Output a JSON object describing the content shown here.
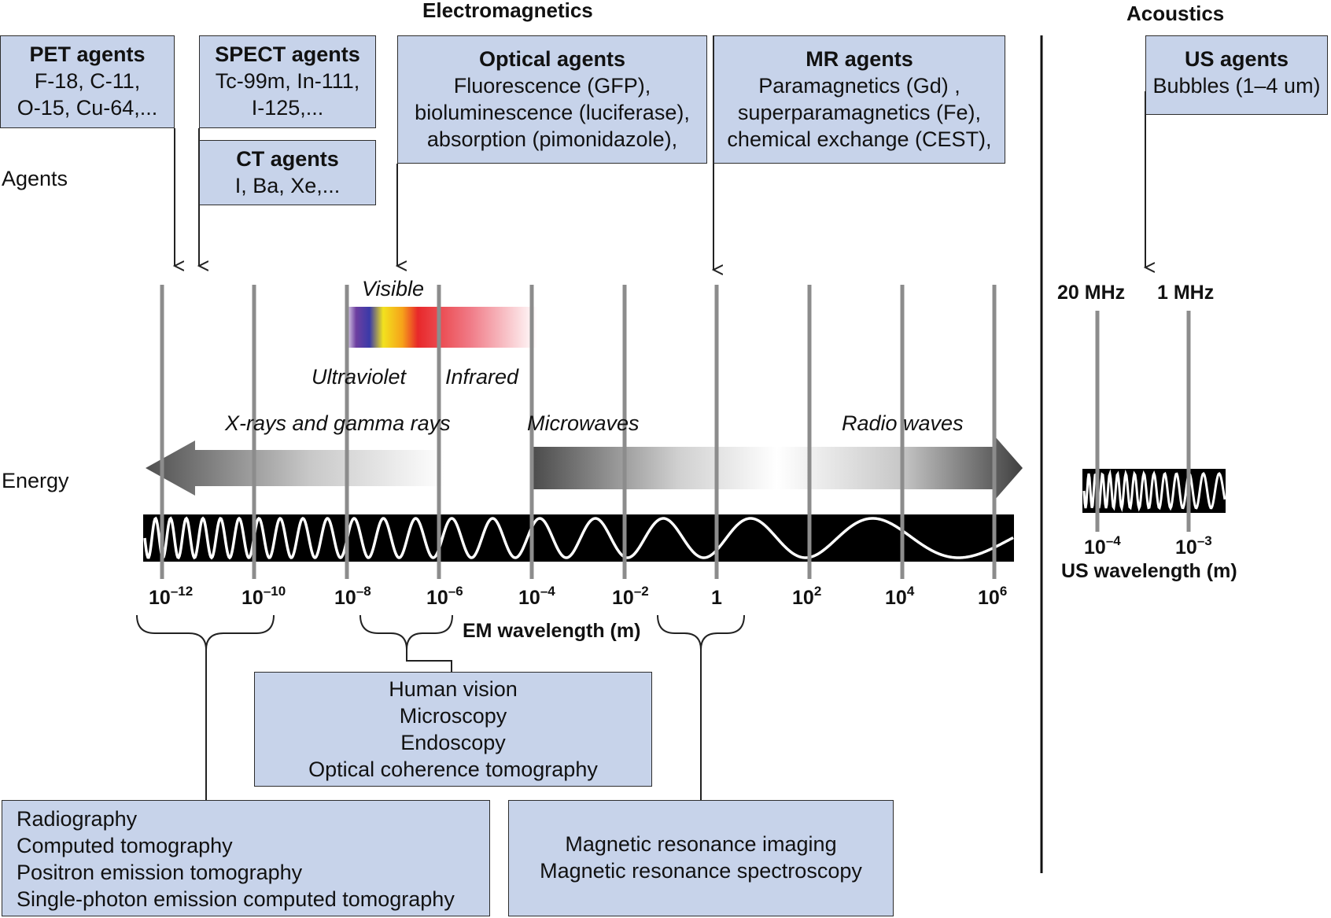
{
  "headers": {
    "electromagnetics": "Electromagnetics",
    "acoustics": "Acoustics"
  },
  "side_labels": {
    "agents": "Agents",
    "energy": "Energy"
  },
  "agent_boxes": {
    "pet": {
      "title": "PET agents",
      "lines": [
        "F-18, C-11,",
        "O-15, Cu-64,..."
      ]
    },
    "spect": {
      "title": "SPECT agents",
      "lines": [
        "Tc-99m, In-111,",
        "I-125,..."
      ]
    },
    "ct": {
      "title": "CT agents",
      "lines": [
        "I, Ba, Xe,..."
      ]
    },
    "optical": {
      "title": "Optical agents",
      "lines": [
        "Fluorescence (GFP),",
        "bioluminescence (luciferase),",
        "absorption (pimonidazole),"
      ]
    },
    "mr": {
      "title": "MR agents",
      "lines": [
        "Paramagnetics (Gd) ,",
        "superparamagnetics (Fe),",
        "chemical exchange (CEST),"
      ]
    },
    "us": {
      "title": "US agents",
      "lines": [
        "Bubbles (1–4 um)"
      ]
    }
  },
  "spectrum_labels": {
    "visible": "Visible",
    "ultraviolet": "Ultraviolet",
    "infrared": "Infrared",
    "xrays": "X-rays and gamma rays",
    "microwaves": "Microwaves",
    "radio": "Radio waves"
  },
  "em_ticks": [
    {
      "base": "10",
      "exp": "–12"
    },
    {
      "base": "10",
      "exp": "–10"
    },
    {
      "base": "10",
      "exp": "–8"
    },
    {
      "base": "10",
      "exp": "–6"
    },
    {
      "base": "10",
      "exp": "–4"
    },
    {
      "base": "10",
      "exp": "–2"
    },
    {
      "base": "1",
      "exp": ""
    },
    {
      "base": "10",
      "exp": "2"
    },
    {
      "base": "10",
      "exp": "4"
    },
    {
      "base": "10",
      "exp": "6"
    }
  ],
  "em_axis_label": "EM wavelength (m)",
  "us_freqs": {
    "high": "20 MHz",
    "low": "1 MHz"
  },
  "us_ticks": [
    {
      "base": "10",
      "exp": "–4"
    },
    {
      "base": "10",
      "exp": "–3"
    }
  ],
  "us_axis_label": "US wavelength (m)",
  "application_boxes": {
    "optical": [
      "Human vision",
      "Microscopy",
      "Endoscopy",
      "Optical coherence tomography"
    ],
    "xray": [
      "Radiography",
      "Computed tomography",
      "Positron emission tomography",
      "Single-photon emission computed tomography"
    ],
    "mr": [
      "Magnetic resonance imaging",
      "Magnetic resonance spectroscopy"
    ]
  },
  "colors": {
    "box_fill": "#c7d3ea",
    "box_border": "#2d2d2d",
    "gridline": "#8c8c8c",
    "wave_band": "#000000"
  }
}
